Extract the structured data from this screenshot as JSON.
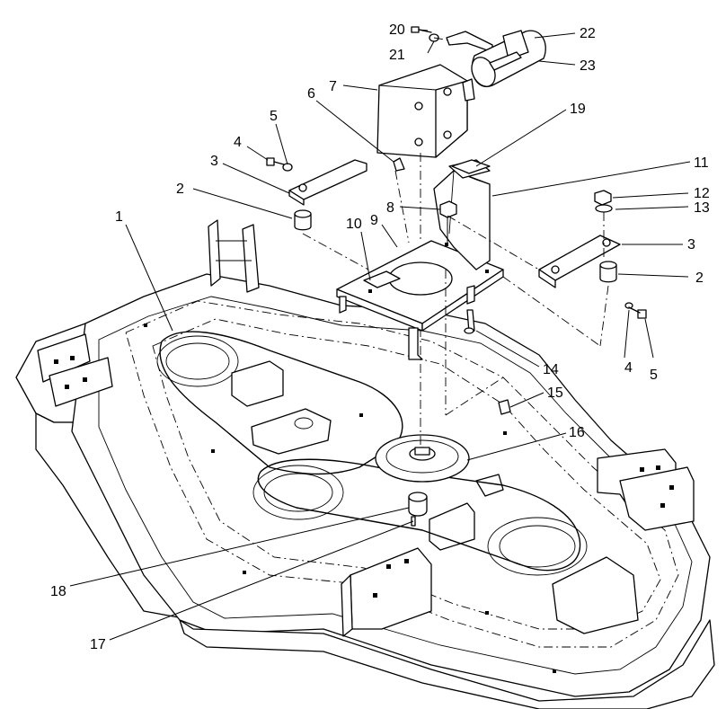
{
  "callouts": [
    {
      "id": "c1",
      "label": "1"
    },
    {
      "id": "c2a",
      "label": "2"
    },
    {
      "id": "c2b",
      "label": "2"
    },
    {
      "id": "c3a",
      "label": "3"
    },
    {
      "id": "c3b",
      "label": "3"
    },
    {
      "id": "c4a",
      "label": "4"
    },
    {
      "id": "c4b",
      "label": "4"
    },
    {
      "id": "c5a",
      "label": "5"
    },
    {
      "id": "c5b",
      "label": "5"
    },
    {
      "id": "c6",
      "label": "6"
    },
    {
      "id": "c7",
      "label": "7"
    },
    {
      "id": "c8",
      "label": "8"
    },
    {
      "id": "c9",
      "label": "9"
    },
    {
      "id": "c10",
      "label": "10"
    },
    {
      "id": "c11",
      "label": "11"
    },
    {
      "id": "c12",
      "label": "12"
    },
    {
      "id": "c13",
      "label": "13"
    },
    {
      "id": "c14",
      "label": "14"
    },
    {
      "id": "c15",
      "label": "15"
    },
    {
      "id": "c16",
      "label": "16"
    },
    {
      "id": "c17",
      "label": "17"
    },
    {
      "id": "c18",
      "label": "18"
    },
    {
      "id": "c19",
      "label": "19"
    },
    {
      "id": "c20",
      "label": "20"
    },
    {
      "id": "c21",
      "label": "21"
    },
    {
      "id": "c22",
      "label": "22"
    },
    {
      "id": "c23",
      "label": "23"
    }
  ]
}
